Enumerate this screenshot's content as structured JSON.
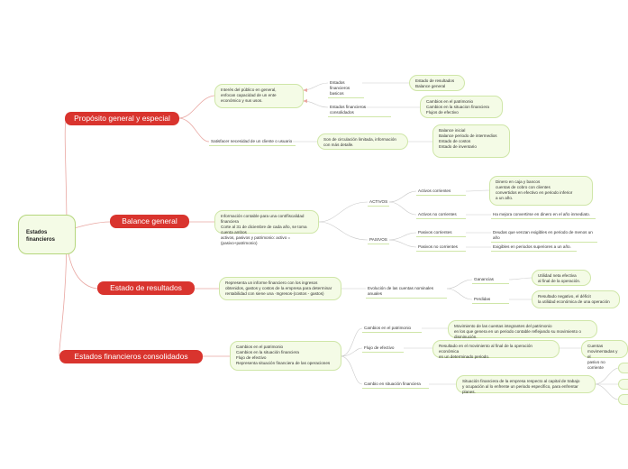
{
  "root": "Estados\nfinancieros",
  "branches": [
    {
      "label": "Propósito general y especial",
      "notes": [
        "Interés del público en general,\nenfocan capacidad de un ente\neconómico y sus usos.",
        "Satisfacer necesidad de un cliente o usuario"
      ],
      "basicos": "Estados financieros basicos",
      "basicos_items": "Estado de resultados\nBalance general",
      "consolidados": "Estados financieros consolidados",
      "consolidados_items": "Cambios en el patrimonio\nCambios en la situacion financiera\nFlujos de efectivo",
      "circulacion": "Son de circulación limitada, información\ncon más detalle.",
      "circulacion_items": "Balance inicial\nBalance periodo de intermedios\nEstado de costos\nEstado de inventario"
    },
    {
      "label": "Balance general",
      "desc": "Información contable para una cont/fiscalidad financiera\nCorte al 31 de diciembre de cada año, se toma cuenta ambos\nactivos, pasivos y patrimonio: activo = (pasivo+patrimonio)",
      "activos": "ACTIVOS",
      "activos_corrientes": "Activos corrientes",
      "activos_corrientes_desc": "Dinero en caja y bancos\ncuentas de cobro con clientes\nconvertidos en efectivo en periodo inferior\na un año.",
      "activos_no_corrientes": "Activos no corrientes",
      "activos_no_corrientes_desc": "Ha mejora convertirse en dinero en el año inmediato.",
      "pasivos": "PASIVOS",
      "pasivos_corrientes": "Pasivos corrientes",
      "pasivos_corrientes_desc": "Deudas que venzan exigibles en periodo de menos un año",
      "pasivos_no_corrientes": "Pasivos no corrientes",
      "pasivos_no_corrientes_desc": "Exigibles en periodos superiores a un año."
    },
    {
      "label": "Estado de resultados",
      "desc": "Representa un informe financiero con los ingresos\nobtenidos, gastos y costos de la empresa para determinar\nrentabilidad con siene una ·Ingresos-(costos - gastos)",
      "evolucion": "Evolución de las cuentas nominales anuales",
      "ganancias": "Ganancias",
      "ganancias_desc": "Utilidad neta efectiva\nal final de la operación.",
      "perdidas": "Perdidas",
      "perdidas_desc": "Resultado negativo, el déficit\nla utilidad económica de una operación"
    },
    {
      "label": "Estados financieros consolidados",
      "desc": "Cambios en el patrimonio\nCambios en la situación financiera\nFlujo de efectivo\nRepresenta situación financiera de las operaciones",
      "patrimonio": "Cambios en el patrimonio",
      "patrimonio_desc": "Movimiento de las cuentas integrantes del patrimonio\nen los que genera en un periodo contable reflejando su movimiento o disminución.",
      "flujo": "Flujo de efectivo",
      "flujo_desc": "Resultado en el movimiento al final de la operación económica\nen un determinado periodo.",
      "flujo_extra": "Cuentas movimentadas y el\npasivo no corriente",
      "situacion": "Cambio en situación financiera",
      "situacion_desc": "Situación financiera de la empresa respecto al capital de trabajo\ny ocupación al lo enfrente un periodo específico, para enfrentar planes."
    }
  ]
}
